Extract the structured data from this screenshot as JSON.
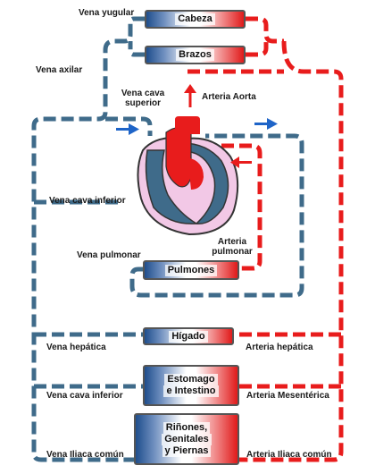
{
  "organs": {
    "head": "Cabeza",
    "arms": "Brazos",
    "lungs": "Pulmones",
    "liver": "Hígado",
    "stomach_line1": "Estomago",
    "stomach_line2": "e Intestino",
    "kidneys_line1": "Riñones,",
    "kidneys_line2": "Genitales",
    "kidneys_line3": "y Piernas"
  },
  "veins": {
    "jugular": "Vena yugular",
    "axillary": "Vena axilar",
    "superior_vena_cava_line1": "Vena cava",
    "superior_vena_cava_line2": "superior",
    "inferior_vena_cava": "Vena cava inferior",
    "pulmonary": "Vena pulmonar",
    "hepatic": "Vena hepática",
    "inferior_vena_cava_lower": "Vena cava inferior",
    "common_iliac": "Vena Iliaca común"
  },
  "arteries": {
    "aorta": "Arteria Aorta",
    "pulmonary_line1": "Arteria",
    "pulmonary_line2": "pulmonar",
    "hepatic": "Arteria hepática",
    "mesenteric": "Arteria Mesentérica",
    "common_iliac": "Arteria Iliaca común"
  },
  "colors": {
    "venous": "#3f6b8a",
    "arterial": "#e81c1c",
    "arrow_blue": "#1e64c8"
  }
}
